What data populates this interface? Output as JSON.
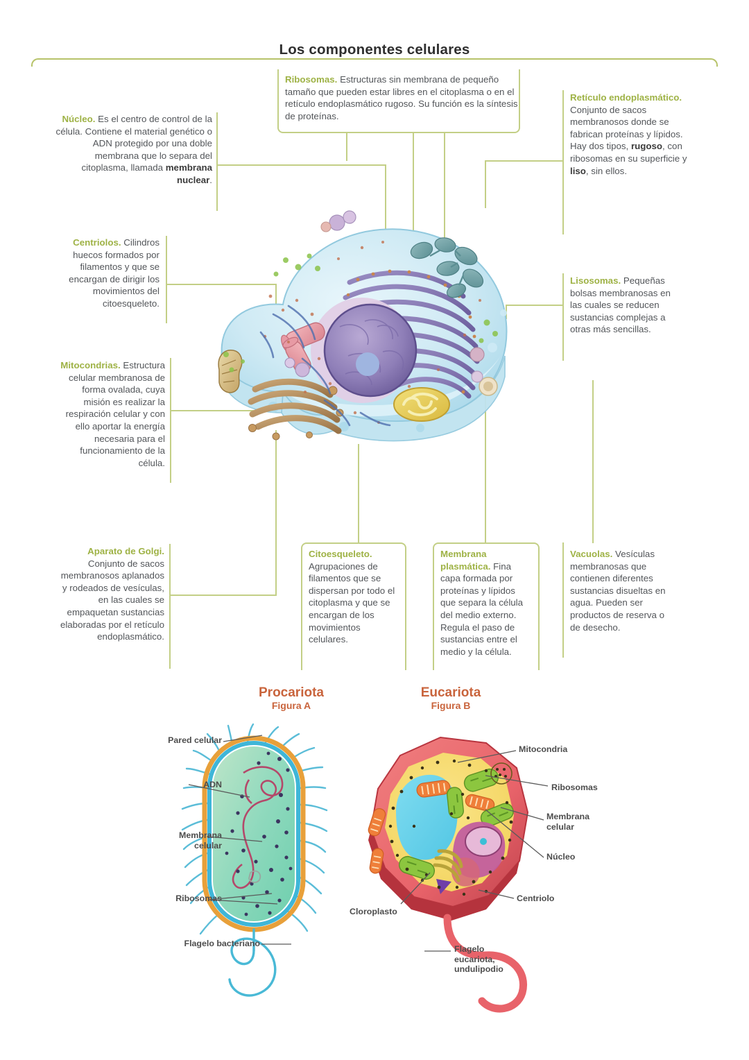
{
  "page": {
    "title": "Los componentes celulares",
    "accent_green": "#9eb245",
    "rule_green": "#c3cf86",
    "body_text_color": "#53565a",
    "figure_title_color": "#c9643c"
  },
  "callouts": [
    {
      "id": "nucleo",
      "term": "Núcleo.",
      "text": " Es el centro de control de la célula. Contiene el material genético o ADN protegido por una doble membrana que lo separa del citoplasma, llamada ",
      "bold_tail": "membrana nuclear",
      "tail": "."
    },
    {
      "id": "ribosomas",
      "term": "Ribosomas.",
      "text": " Estructuras sin membrana de pequeño tamaño que pueden estar libres en el citoplasma o en el retículo endoplasmático rugoso. Su función es la síntesis de proteínas."
    },
    {
      "id": "reticulo-endoplasmatico",
      "term": "Retículo endoplasmático.",
      "text_1": " Conjunto de sacos membranosos donde se fabrican proteínas y lípidos. Hay dos tipos, ",
      "bold_1": "rugoso",
      "text_2": ", con ribosomas en su superficie y ",
      "bold_2": "liso",
      "text_3": ", sin ellos."
    },
    {
      "id": "centriolos",
      "term": "Centriolos.",
      "text": " Cilindros huecos formados por filamentos y que se encargan de dirigir los movimientos del citoesqueleto."
    },
    {
      "id": "lisosomas",
      "term": "Lisosomas.",
      "text": " Pequeñas bolsas membranosas en las cuales se reducen sustancias complejas a otras más sencillas."
    },
    {
      "id": "mitocondrias",
      "term": "Mitocondrias.",
      "text": " Estructura celular membranosa de forma ovalada, cuya misión es realizar la respiración celular y con ello aportar la energía necesaria para el funcionamiento de la célula."
    },
    {
      "id": "aparato-de-golgi",
      "term": "Aparato de Golgi.",
      "text": " Conjunto de sacos membranosos aplanados y rodeados de vesículas, en las cuales se empaquetan sustancias elaboradas por el retículo endoplasmático."
    },
    {
      "id": "citoesqueleto",
      "term": "Citoesqueleto.",
      "text": " Agrupaciones de filamentos que se dispersan por todo el citoplasma y que se encargan de los movimientos celulares."
    },
    {
      "id": "membrana-plasmatica",
      "term": "Membrana plasmática.",
      "text": " Fina capa formada por proteínas y lípidos que separa la célula del medio externo. Regula el paso de sustancias entre el medio y la célula."
    },
    {
      "id": "vacuolas",
      "term": "Vacuolas.",
      "text": " Vesículas membranosas que contienen diferentes sustancias disueltas en agua. Pueden ser productos de reserva o de desecho."
    }
  ],
  "figures": {
    "procariota": {
      "name": "Procariota",
      "sub": "Figura A",
      "labels": [
        "Pared celular",
        "ADN",
        "Membrana\ncelular",
        "Ribosomas",
        "Flagelo bacteriano"
      ],
      "label_pared": "Pared celular",
      "label_adn": "ADN",
      "label_membrana_l1": "Membrana",
      "label_membrana_l2": "celular",
      "label_ribosomas": "Ribosomas",
      "label_flagelo": "Flagelo bacteriano"
    },
    "eucariota": {
      "name": "Eucariota",
      "sub": "Figura B",
      "label_mitocondria": "Mitocondria",
      "label_ribosomas": "Ribosomas",
      "label_membrana_l1": "Membrana",
      "label_membrana_l2": "celular",
      "label_nucleo": "Núcleo",
      "label_centriolo": "Centriolo",
      "label_cloroplasto": "Cloroplasto",
      "label_flagelo_l1": "Flagelo",
      "label_flagelo_l2": "eucariota,",
      "label_flagelo_l3": "undulipodio"
    }
  },
  "central_illustration": {
    "caption": "animal-cell-cutaway-illustration",
    "organelles": [
      "nucleo",
      "nucleolo",
      "reticulo-endoplasmatico-rugoso",
      "reticulo-endoplasmatico-liso",
      "aparato-de-golgi",
      "mitocondria",
      "lisosoma",
      "centriolo",
      "vacuola",
      "ribosomas",
      "citoesqueleto",
      "membrana-plasmatica"
    ]
  }
}
